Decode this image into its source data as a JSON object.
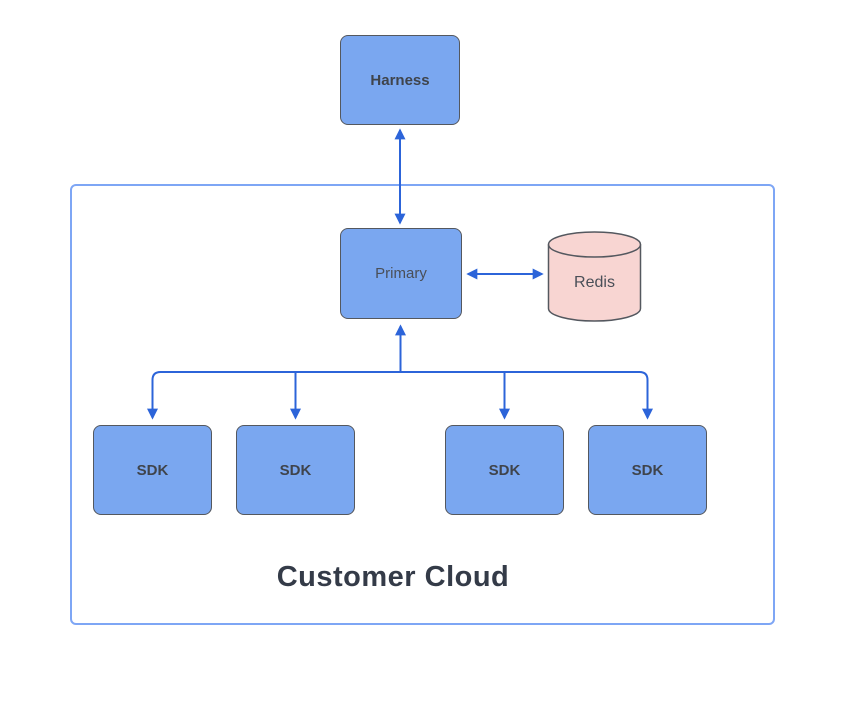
{
  "diagram": {
    "container": {
      "label": "Customer Cloud"
    },
    "nodes": {
      "harness": {
        "label": "Harness",
        "shape": "rectangle",
        "fill": "#7aa7f0"
      },
      "primary": {
        "label": "Primary",
        "shape": "rectangle",
        "fill": "#7aa7f0"
      },
      "redis": {
        "label": "Redis",
        "shape": "cylinder",
        "fill": "#f8d5d2"
      },
      "sdk1": {
        "label": "SDK",
        "shape": "rectangle",
        "fill": "#7aa7f0"
      },
      "sdk2": {
        "label": "SDK",
        "shape": "rectangle",
        "fill": "#7aa7f0"
      },
      "sdk3": {
        "label": "SDK",
        "shape": "rectangle",
        "fill": "#7aa7f0"
      },
      "sdk4": {
        "label": "SDK",
        "shape": "rectangle",
        "fill": "#7aa7f0"
      }
    },
    "edges": [
      {
        "from": "Harness",
        "to": "Primary",
        "arrows": "both"
      },
      {
        "from": "Primary",
        "to": "Redis",
        "arrows": "both"
      },
      {
        "from": "SDK fan-out bus",
        "to": "Primary",
        "arrows": "into Primary"
      },
      {
        "from": "SDK fan-out bus",
        "to": "SDK 1",
        "arrows": "into SDK"
      },
      {
        "from": "SDK fan-out bus",
        "to": "SDK 2",
        "arrows": "into SDK"
      },
      {
        "from": "SDK fan-out bus",
        "to": "SDK 3",
        "arrows": "into SDK"
      },
      {
        "from": "SDK fan-out bus",
        "to": "SDK 4",
        "arrows": "into SDK"
      }
    ],
    "colors": {
      "node-blue": "#7aa7f0",
      "node-stroke": "#54585f",
      "redis-pink": "#f8d5d2",
      "arrow-blue": "#2c64d9",
      "container-blue": "#7ea6f5",
      "text-dark": "#3f444c",
      "label-gray": "#4a4f58",
      "title-dark": "#343b48"
    }
  }
}
